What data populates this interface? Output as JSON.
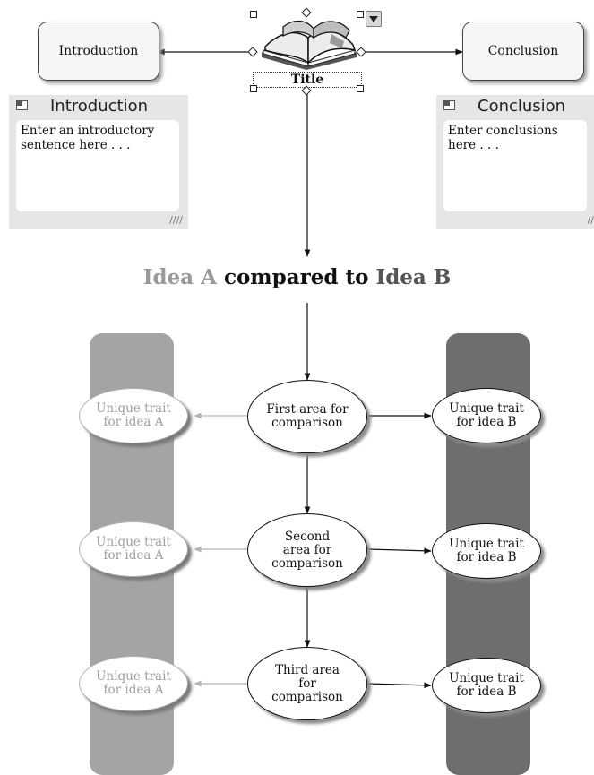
{
  "title_node": {
    "label": "Title"
  },
  "left_box": {
    "label": "Introduction"
  },
  "right_box": {
    "label": "Conclusion"
  },
  "notes": {
    "introduction": {
      "title": "Introduction",
      "text": "Enter an introductory sentence here . . ."
    },
    "conclusion": {
      "title": "Conclusion",
      "text": "Enter conclusions here . . ."
    }
  },
  "heading": {
    "idea_a": "Idea A",
    "middle": "compared to",
    "idea_b": "Idea B"
  },
  "rows": [
    {
      "center": "First area for comparison",
      "trait_a": "Unique trait for idea A",
      "trait_b": "Unique trait for idea B"
    },
    {
      "center": "Second area for comparison",
      "trait_a": "Unique trait for idea A",
      "trait_b": "Unique trait for idea B"
    },
    {
      "center": "Third area for comparison",
      "trait_a": "Unique trait for idea A",
      "trait_b": "Unique trait for idea B"
    }
  ],
  "colors": {
    "column_a": "#a4a4a4",
    "column_b": "#6e6e6e",
    "note_bg": "#e6e6e6"
  },
  "icons": [
    "book-icon",
    "dropdown-arrow-icon",
    "note-icon",
    "resize-grip-icon"
  ]
}
